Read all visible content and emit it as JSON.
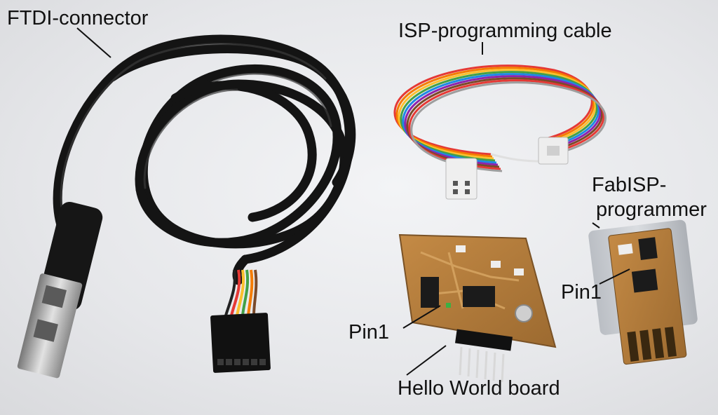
{
  "labels": {
    "ftdi": "FTDI-connector",
    "isp_cable": "ISP-programming cable",
    "fabisp_line1": "FabISP-",
    "fabisp_line2": "programmer",
    "pin1_fabisp": "Pin1",
    "pin1_hello": "Pin1",
    "hello_world": "Hello World board"
  },
  "colors": {
    "cable": "#111111",
    "ribbon": [
      "#e53935",
      "#f57c00",
      "#fbc02d",
      "#43a047",
      "#1e88e5",
      "#8e24aa",
      "#7a4a2a",
      "#9e9e9e",
      "#e0e0e0",
      "#c62828"
    ],
    "pcb": "#b07a3c",
    "copper": "#c99552"
  }
}
